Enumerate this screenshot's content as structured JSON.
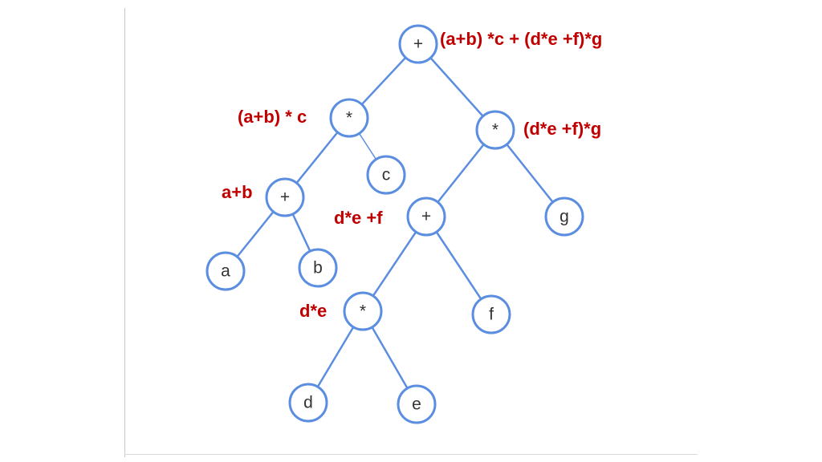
{
  "colors": {
    "edge": "#5b8ee0",
    "node_stroke": "#5b8ee0",
    "node_fill": "#ffffff",
    "annotation": "#c00000"
  },
  "nodes": {
    "root": {
      "label": "+",
      "annotation": "(a+b) *c + (d*e +f)*g"
    },
    "mul_left": {
      "label": "*",
      "annotation": "(a+b) * c"
    },
    "mul_right": {
      "label": "*",
      "annotation": "(d*e +f)*g"
    },
    "plus_ab": {
      "label": "+",
      "annotation": "a+b"
    },
    "c": {
      "label": "c"
    },
    "plus_def": {
      "label": "+",
      "annotation": "d*e +f"
    },
    "g": {
      "label": "g"
    },
    "a": {
      "label": "a"
    },
    "b": {
      "label": "b"
    },
    "mul_de": {
      "label": "*",
      "annotation": "d*e"
    },
    "f": {
      "label": "f"
    },
    "d": {
      "label": "d"
    },
    "e": {
      "label": "e"
    }
  },
  "edges": [
    [
      "root",
      "mul_left"
    ],
    [
      "root",
      "mul_right"
    ],
    [
      "mul_left",
      "plus_ab"
    ],
    [
      "mul_left",
      "c"
    ],
    [
      "plus_ab",
      "a"
    ],
    [
      "plus_ab",
      "b"
    ],
    [
      "mul_right",
      "plus_def"
    ],
    [
      "mul_right",
      "g"
    ],
    [
      "plus_def",
      "mul_de"
    ],
    [
      "plus_def",
      "f"
    ],
    [
      "mul_de",
      "d"
    ],
    [
      "mul_de",
      "e"
    ]
  ]
}
